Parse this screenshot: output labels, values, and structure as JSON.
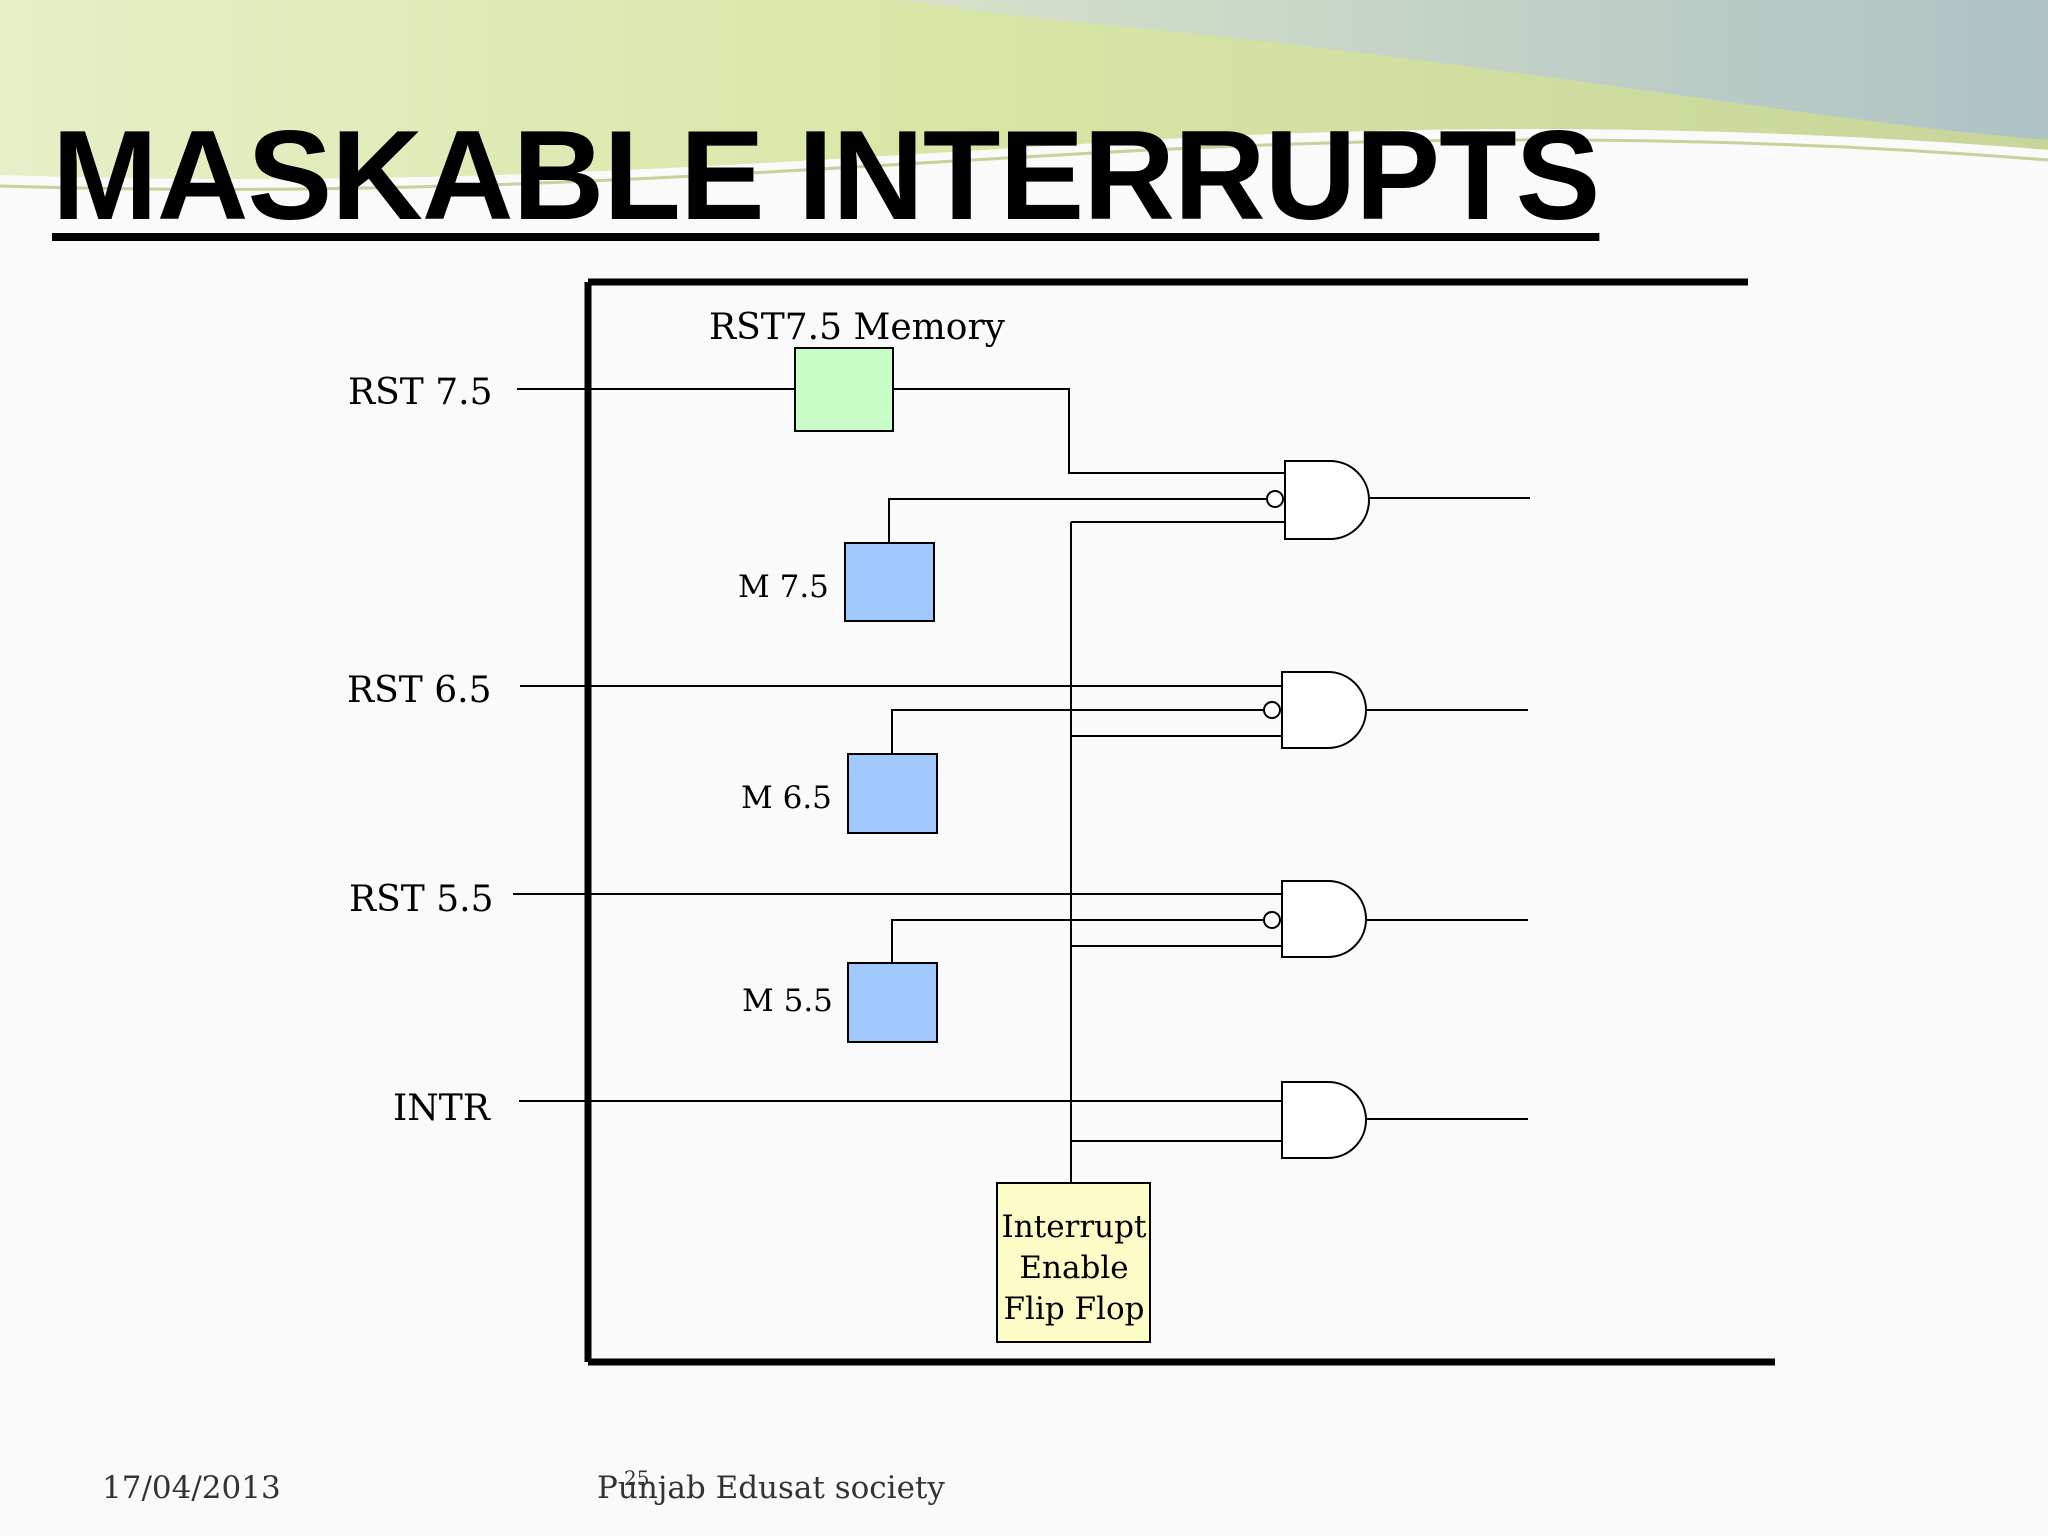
{
  "slide": {
    "title": "MASKABLE INTERRUPTS",
    "footer_date": "17/04/2013",
    "footer_org": "Punjab Edusat society",
    "page_number": "25"
  },
  "diagram": {
    "inputs": {
      "rst75": "RST 7.5",
      "rst65": "RST 6.5",
      "rst55": "RST 5.5",
      "intr": "INTR"
    },
    "rst75_memory_label": "RST7.5 Memory",
    "mask_labels": {
      "m75": "M 7.5",
      "m65": "M 6.5",
      "m55": "M 5.5"
    },
    "flip_flop_lines": [
      "Interrupt",
      "Enable",
      "Flip Flop"
    ],
    "colors": {
      "memory_box": "#c8fdc8",
      "mask_box": "#a0c8fc",
      "flip_flop_box": "#fcfcc6"
    }
  }
}
